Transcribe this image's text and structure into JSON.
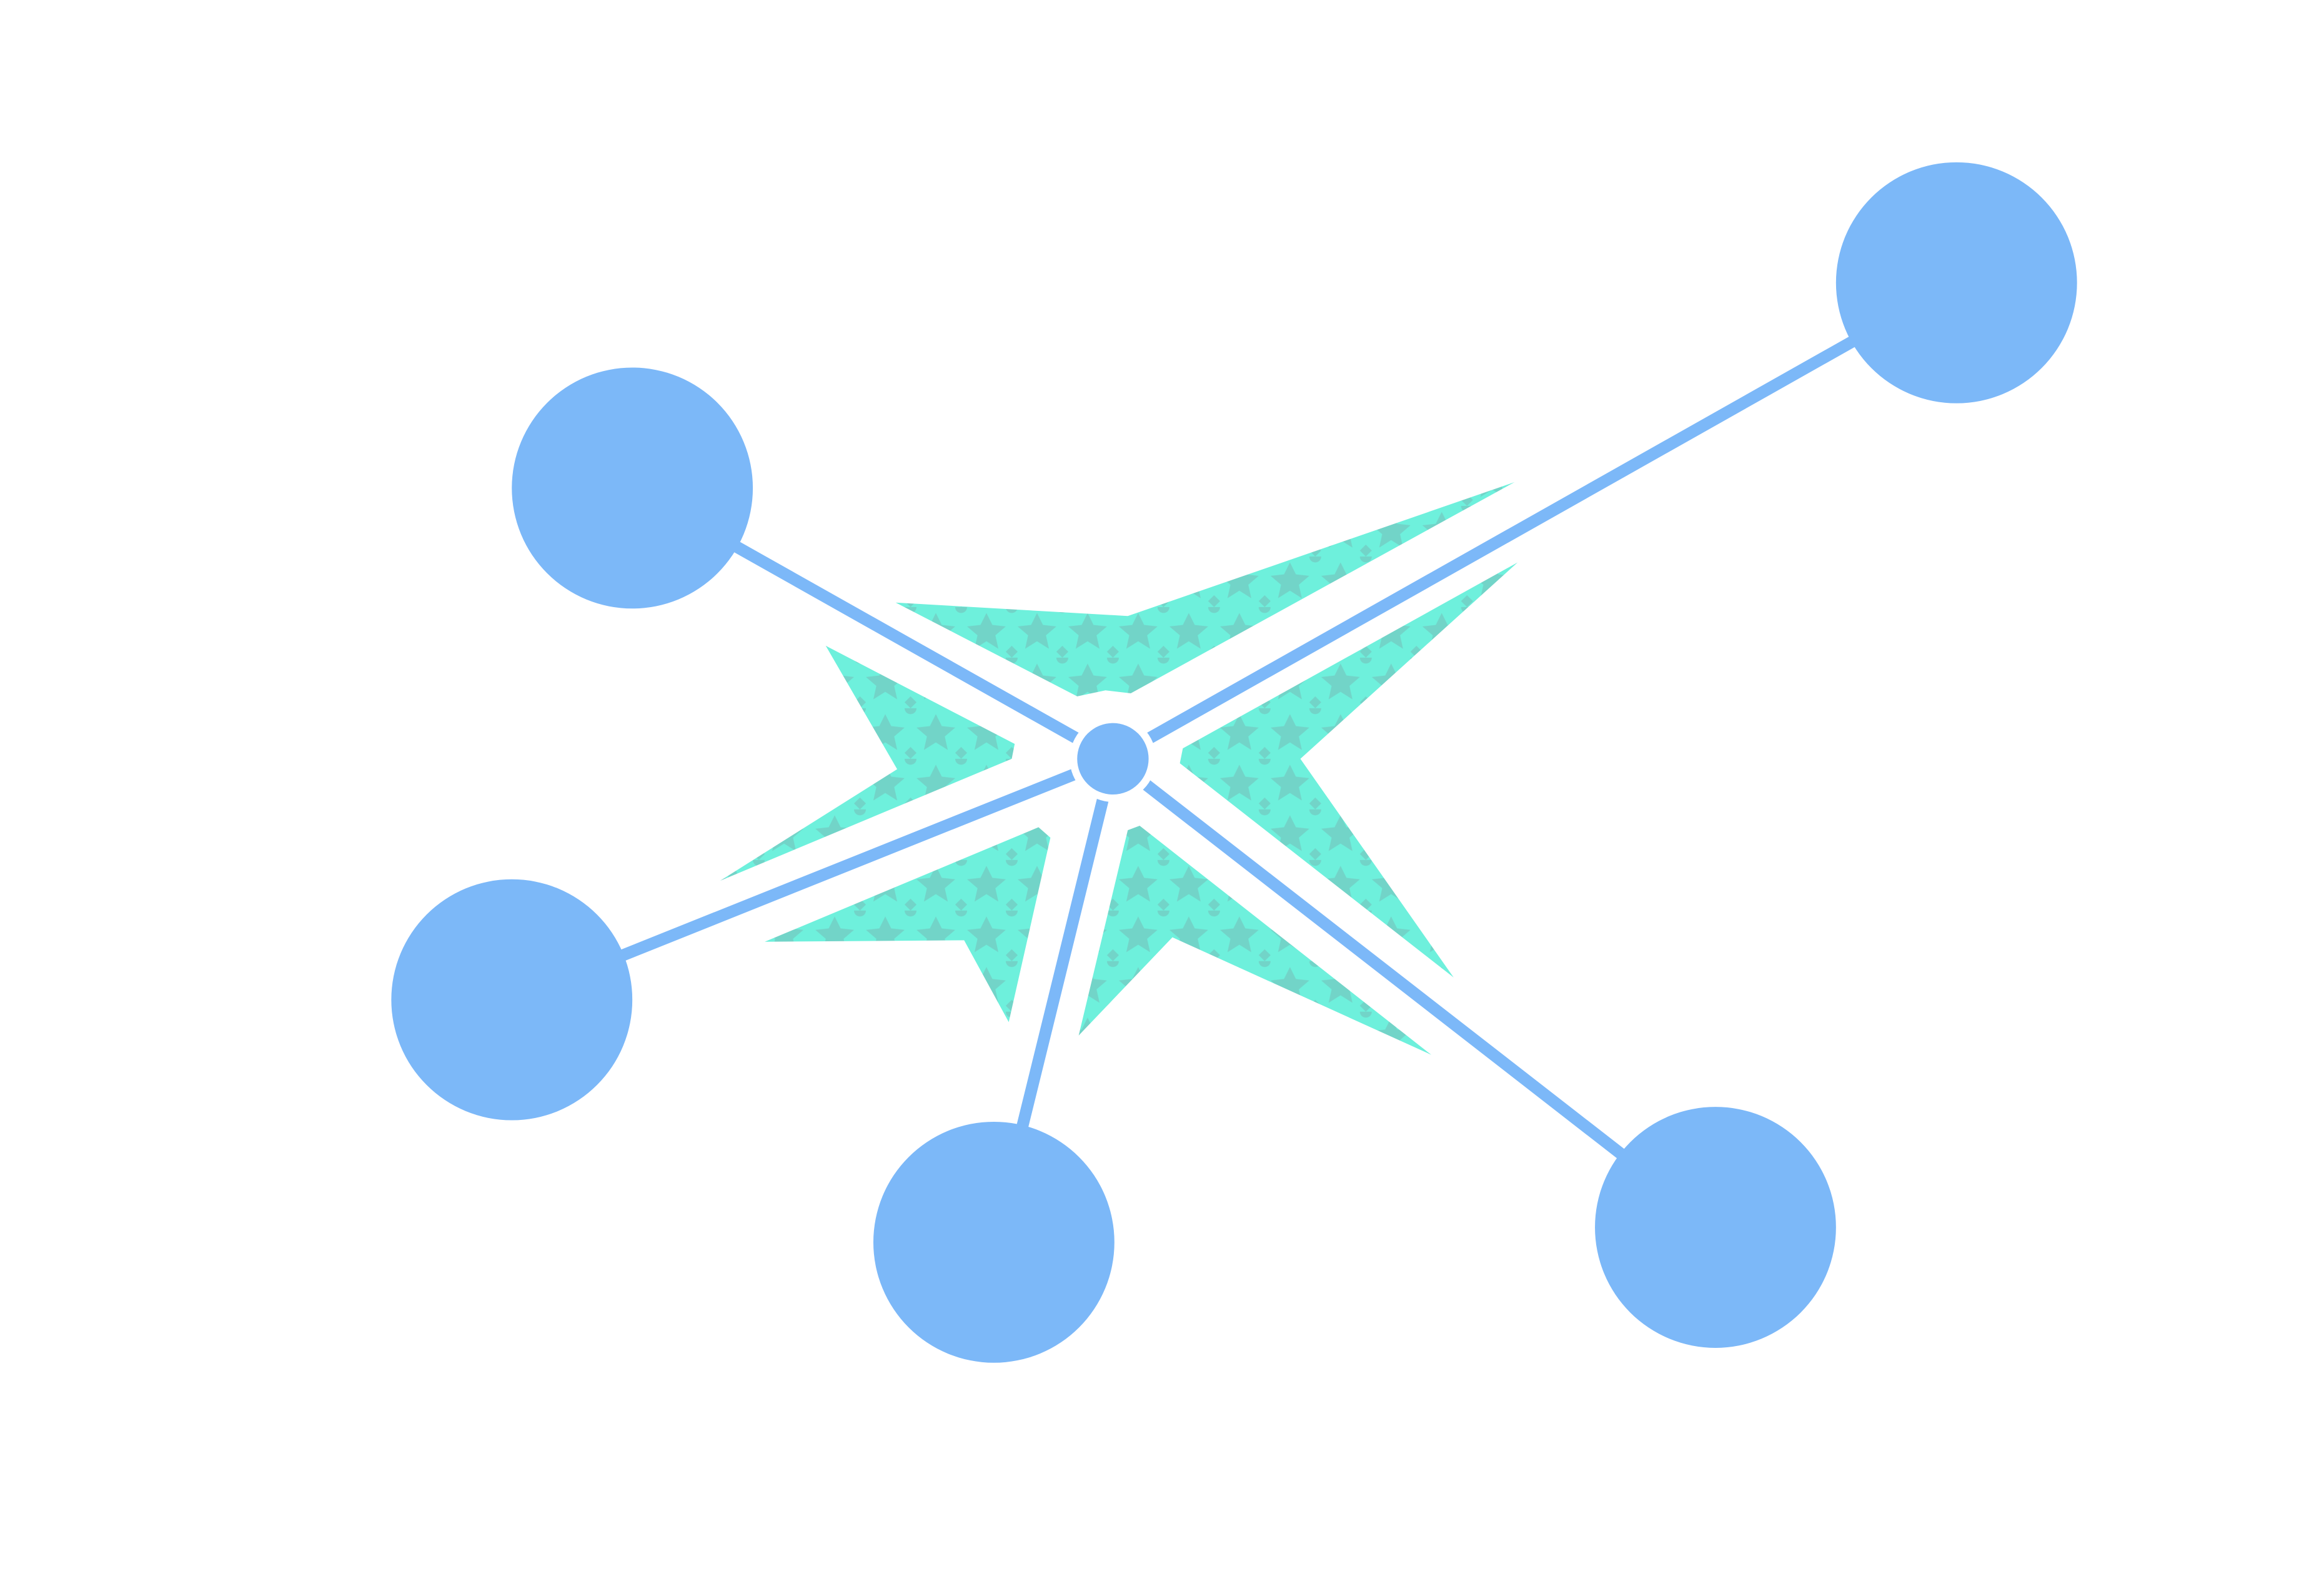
{
  "graphic": {
    "kind": "network-hub-logo",
    "node_count": 5,
    "hub_count": 1,
    "spoke_count": 5,
    "burst_shard_count": 6,
    "colors": {
      "background": "#ffffff",
      "node": "#7cb8f8",
      "spoke": "#7cb8f8",
      "burst_light": "#6ef0dc",
      "burst_pattern": "#72d4c8"
    },
    "icons": [
      "hub-icon",
      "node-icon",
      "burst-icon"
    ]
  }
}
